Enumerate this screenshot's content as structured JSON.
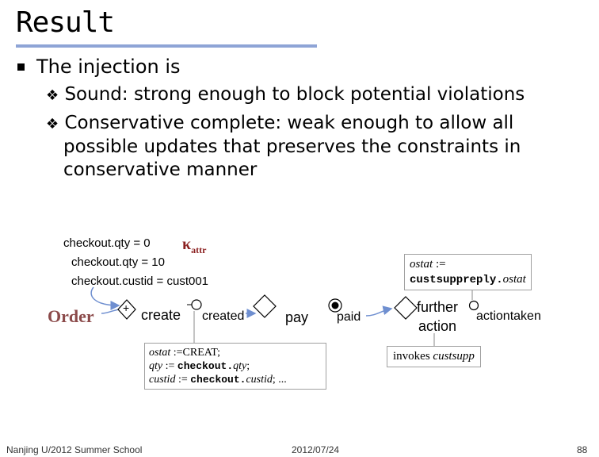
{
  "title": "Result",
  "bullet_main": "The injection is",
  "sub_bullets": [
    {
      "marker": "❖",
      "text": "Sound: strong enough to block potential violations"
    },
    {
      "marker": "❖",
      "text": "Conservative complete: weak enough to allow all"
    }
  ],
  "sub_bullet_cont": [
    "possible updates that preserves the constraints in",
    "conservative manner"
  ],
  "diagram": {
    "annotations": [
      "checkout.qty = 0",
      "checkout.qty = 10",
      "checkout.custid = cust001"
    ],
    "kappa": "κ",
    "kappa_sub": "attr",
    "order_label": "Order",
    "create_label": "create",
    "created_label": "created",
    "pay_label": "pay",
    "paid_label": "paid",
    "further_action_label": [
      "further",
      "action"
    ],
    "actiontaken_label": "actiontaken",
    "plus_sign": "+",
    "note_ostat": {
      "var": "ostat",
      "assign": " :=",
      "code": "custsuppreply.",
      "field": "ostat"
    },
    "note_create": {
      "line1_var": "ostat",
      "line1_rest": " :=CREAT;",
      "line2_var": "qty",
      "line2_assign": " := ",
      "line2_code": "checkout.",
      "line2_field": "qty",
      "line2_end": ";",
      "line3_var": "custid",
      "line3_assign": " := ",
      "line3_code": "checkout.",
      "line3_field": "custid",
      "line3_end": "; ..."
    },
    "note_invokes": {
      "text": "invokes ",
      "italic": "custsupp"
    }
  },
  "footer": {
    "left": "Nanjing U/2012 Summer School",
    "center": "2012/07/24",
    "right": "88"
  },
  "colors": {
    "title_bar": "#8ea4d6",
    "order_text": "#8b4a4a",
    "arrow": "#6f8fd0"
  }
}
